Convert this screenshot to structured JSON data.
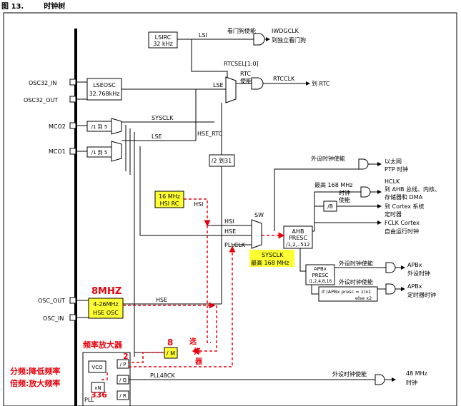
{
  "figure": {
    "number": "图 13.",
    "title": "时钟树"
  },
  "labels": {
    "lsirc_1": "LSIRC",
    "lsirc_2": "32 kHz",
    "lsi": "LSI",
    "iwdg_en": "看门狗使能",
    "iwdgclk": "IWDGCLK",
    "iwdg_dest": "到独立看门狗",
    "rtcsel": "RTCSEL[1:0]",
    "rtc_en_1": "RTC",
    "rtc_en_2": "使能",
    "rtcclk": "RTCCLK",
    "rtc_dest": "到 RTC",
    "osc32_in": "OSC32_IN",
    "osc32_out": "OSC32_OUT",
    "lseosc_1": "LSEOSC",
    "lseosc_2": "32.768kHz",
    "lse_top": "LSE",
    "mco2": "MCO2",
    "mco1": "MCO1",
    "div1to5_a": "/1 到 5",
    "div1to5_b": "/1 到 5",
    "sysclk_in": "SYSCLK",
    "lse_mid": "LSE",
    "hse_rtc": "HSE_RTC",
    "div2to31": "/2 到31",
    "eth_en": "外设时钟使能",
    "eth_1": "以太网",
    "eth_2": "PTP 时钟",
    "hsi_1": "16 MHz",
    "hsi_2": "HSI RC",
    "hsi_out": "HSI",
    "max168": "最高 168 MHz",
    "clk_en_1": "时钟",
    "clk_en_2": "使能",
    "hclk_1": "HCLK",
    "hclk_2": "到 AHB 总线、内核、",
    "hclk_3": "存储器和 DMA",
    "div8": "/8",
    "cortex_1": "到 Cortex 系统",
    "cortex_2": "定时器",
    "fclk_1": "FCLK Cortex",
    "fclk_2": "自由运行时钟",
    "sw": "SW",
    "hsi_mux": "HSI",
    "hse_mux": "HSE",
    "pllclk": "PLLCLK",
    "ahb_1": "AHB",
    "ahb_2": "PRESC",
    "ahb_3": "/1,2,..512",
    "sysclk_1": "SYSCLK",
    "sysclk_2": "最高 168 MHz",
    "apbx_1": "APBx",
    "apbx_2": "PRESC",
    "apbx_3": "/1,2,4,8,16",
    "apbx_en_a": "外设时钟使能",
    "apbx_a_1": "APBx",
    "apbx_a_2": "外设时钟",
    "apbx_en_b": "外设时钟使能",
    "apbx_b_1": "APBx",
    "apbx_b_2": "定时器时钟",
    "if_apb_1": "If (APBx presc = 1)x1",
    "if_apb_2": "else x2",
    "hse_osc_1": "4-26MHz",
    "hse_osc_2": "HSE OSC",
    "hse_line": "HSE",
    "osc_out": "OSC_OUT",
    "osc_in": "OSC_IN",
    "pll48ck": "PLL48CK",
    "usb_en": "外设时钟使能",
    "usb_1": "48 MHz",
    "usb_2": "时钟",
    "div_m": "/ M",
    "vco": "VCO",
    "pll": "PLL",
    "div_p": "/ P",
    "div_q": "/ Q",
    "div_r": "/ R",
    "xn": "xN"
  },
  "annotations": {
    "hse_freq": "8MHZ",
    "m_value": "8",
    "selector_1": "选",
    "selector_2": "择",
    "selector_3": "器",
    "multiplier": "频率放大器",
    "p_value": "2",
    "n_value": "336",
    "note_1": "分频:降低频率",
    "note_2": "倍频:放大频率"
  },
  "colors": {
    "highlight": "#ffff33",
    "annotation": "#e8000b",
    "line": "#000000"
  }
}
